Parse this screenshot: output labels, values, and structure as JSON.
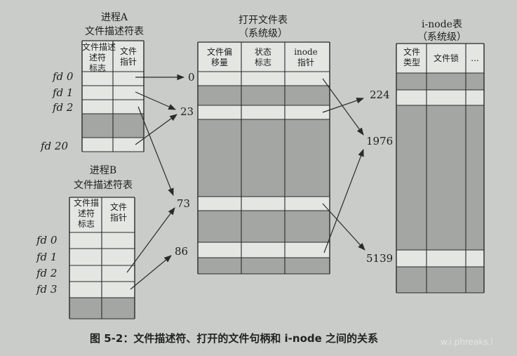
{
  "process_a": {
    "title_1": "进程A",
    "title_2": "文件描述符表",
    "header_cols": [
      "文件描述\n述符\n标志",
      "文件\n指针"
    ],
    "fds": [
      "fd 0",
      "fd 1",
      "fd 2",
      "fd 20"
    ]
  },
  "process_b": {
    "title_1": "进程B",
    "title_2": "文件描述符表",
    "header_cols": [
      "文件描\n述符\n标志",
      "文件\n指针"
    ],
    "fds": [
      "fd 0",
      "fd 1",
      "fd 2",
      "fd 3"
    ]
  },
  "open_file_table": {
    "title_1": "打开文件表",
    "title_2": "（系统级）",
    "header_cols": [
      "文件偏\n移量",
      "状态\n标志",
      "inode\n指针"
    ],
    "indices": [
      "0",
      "23",
      "73",
      "86"
    ]
  },
  "inode_table": {
    "title_1": "i-node表",
    "title_2": "（系统级）",
    "header_cols": [
      "文件\n类型",
      "文件锁",
      "..."
    ],
    "indices": [
      "224",
      "1976",
      "5139"
    ]
  },
  "caption": "图 5-2：文件描述符、打开的文件句柄和 i-node 之间的关系",
  "watermark": "w.i.phreaks.l",
  "colors": {
    "background": "#c9ccc8",
    "cell_light": "#e4e6e2",
    "cell_shaded": "#a3a6a2",
    "line": "#2a2a2a"
  }
}
